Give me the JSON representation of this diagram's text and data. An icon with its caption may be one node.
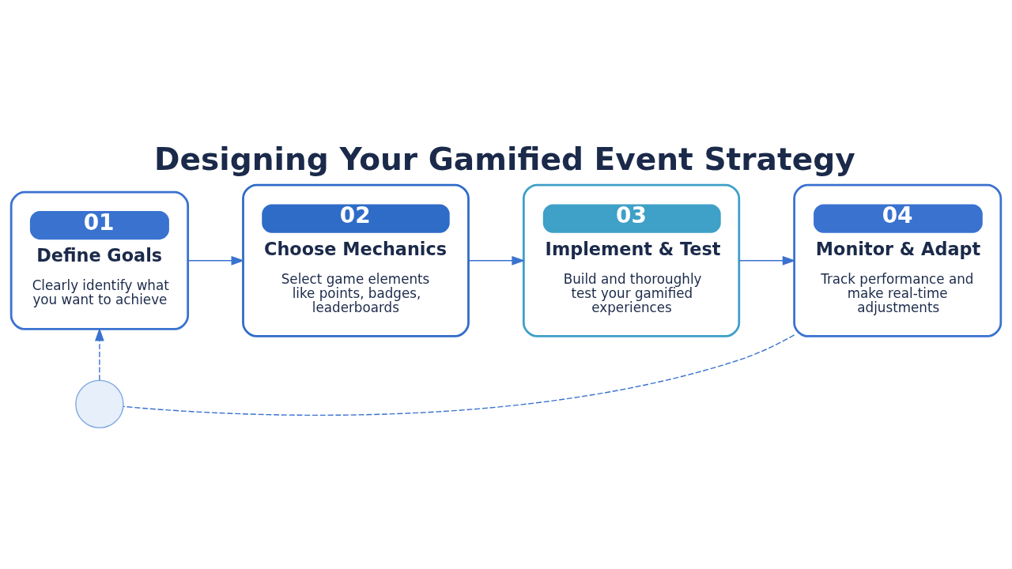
{
  "diagram": {
    "title": "Designing Your Gamified Event Strategy",
    "nodes": [
      {
        "text": [
          "01",
          "Define Goals",
          "Clearly identify what you want to achieve"
        ]
      },
      {
        "text": [
          "02",
          "Choose Mechanics",
          "Select game elements like points, badges, leaderboards"
        ]
      },
      {
        "text": [
          "03",
          "Implement & Test",
          "Build and thoroughly test your gamified experiences"
        ]
      },
      {
        "text": [
          "04",
          "Monitor & Adapt",
          "Track performance and make real-time adjustments"
        ]
      },
      {
        "text": [],
        "shape": "circle"
      }
    ],
    "edges": [
      {
        "from": 0,
        "to": 1,
        "arrow": "to"
      },
      {
        "from": 1,
        "to": 2,
        "arrow": "to"
      },
      {
        "from": 2,
        "to": 3,
        "arrow": "to"
      },
      {
        "from": 3,
        "to": 4,
        "arrow": "none",
        "style": "dashed"
      },
      {
        "from": 4,
        "to": 0,
        "arrow": "to",
        "style": "dashed"
      }
    ]
  }
}
